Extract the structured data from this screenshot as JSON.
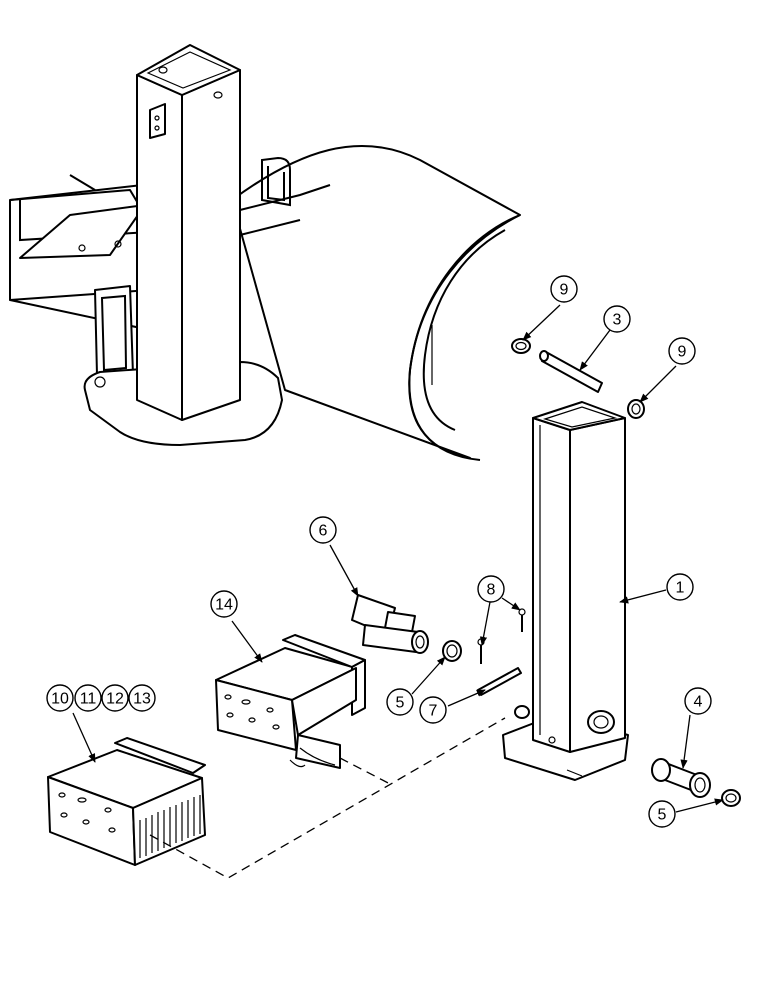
{
  "callouts": {
    "c1": "1",
    "c3": "3",
    "c4": "4",
    "c5a": "5",
    "c5b": "5",
    "c6": "6",
    "c7": "7",
    "c8": "8",
    "c9a": "9",
    "c9b": "9",
    "c10": "10",
    "c11": "11",
    "c12": "12",
    "c13": "13",
    "c14": "14"
  }
}
